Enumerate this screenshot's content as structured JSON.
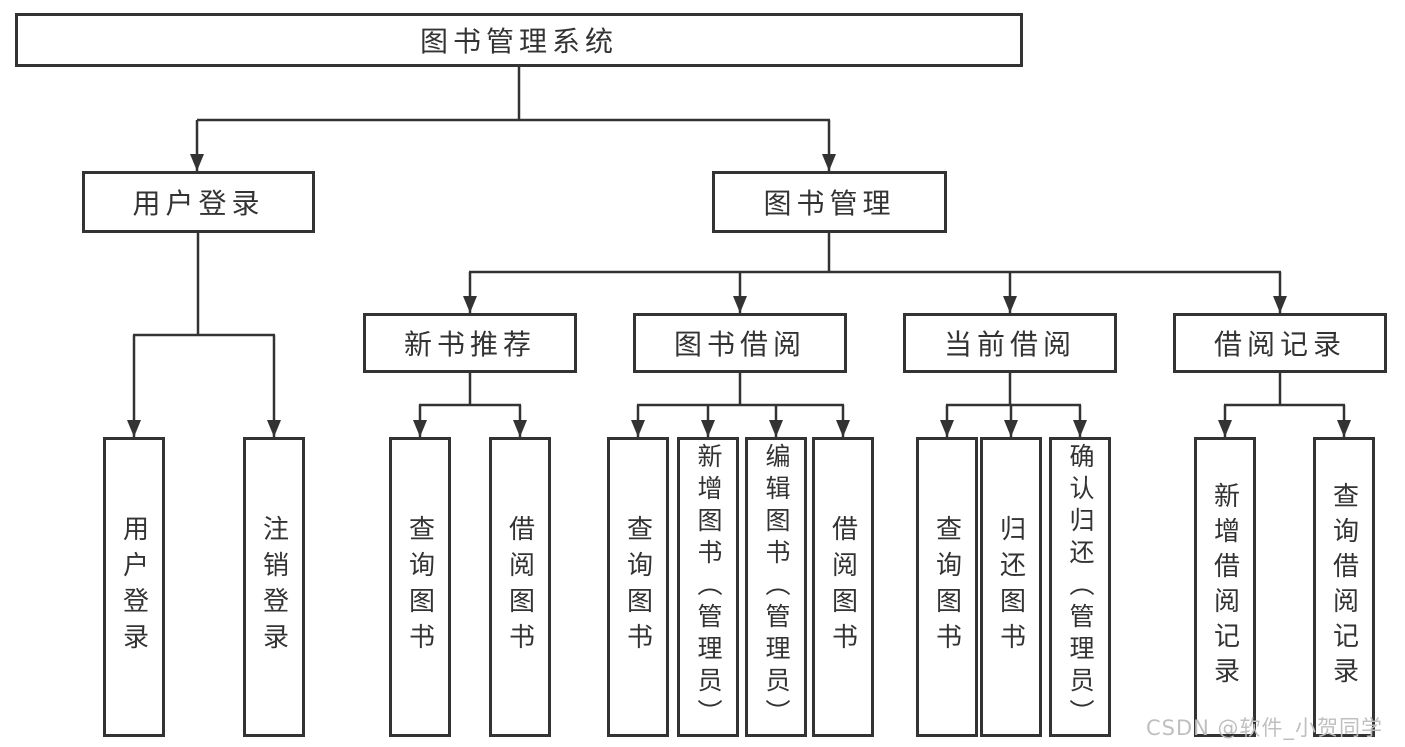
{
  "diagram": {
    "type": "tree",
    "root": {
      "label": "图书管理系统",
      "children": [
        {
          "label": "用户登录",
          "children": [
            {
              "label": "用户登录"
            },
            {
              "label": "注销登录"
            }
          ]
        },
        {
          "label": "图书管理",
          "children": [
            {
              "label": "新书推荐",
              "children": [
                {
                  "label": "查询图书"
                },
                {
                  "label": "借阅图书"
                }
              ]
            },
            {
              "label": "图书借阅",
              "children": [
                {
                  "label": "查询图书"
                },
                {
                  "label": "新增图书（管理员）"
                },
                {
                  "label": "编辑图书（管理员）"
                },
                {
                  "label": "借阅图书"
                }
              ]
            },
            {
              "label": "当前借阅",
              "children": [
                {
                  "label": "查询图书"
                },
                {
                  "label": "归还图书"
                },
                {
                  "label": "确认归还（管理员）"
                }
              ]
            },
            {
              "label": "借阅记录",
              "children": [
                {
                  "label": "新增借阅记录"
                },
                {
                  "label": "查询借阅记录"
                }
              ]
            }
          ]
        }
      ]
    }
  },
  "watermark": {
    "text": "CSDN @软件_小贺同学"
  },
  "colors": {
    "line": "#333333",
    "box_border": "#333333",
    "text": "#333333",
    "watermark": "#bfbfbf",
    "background": "#ffffff"
  }
}
